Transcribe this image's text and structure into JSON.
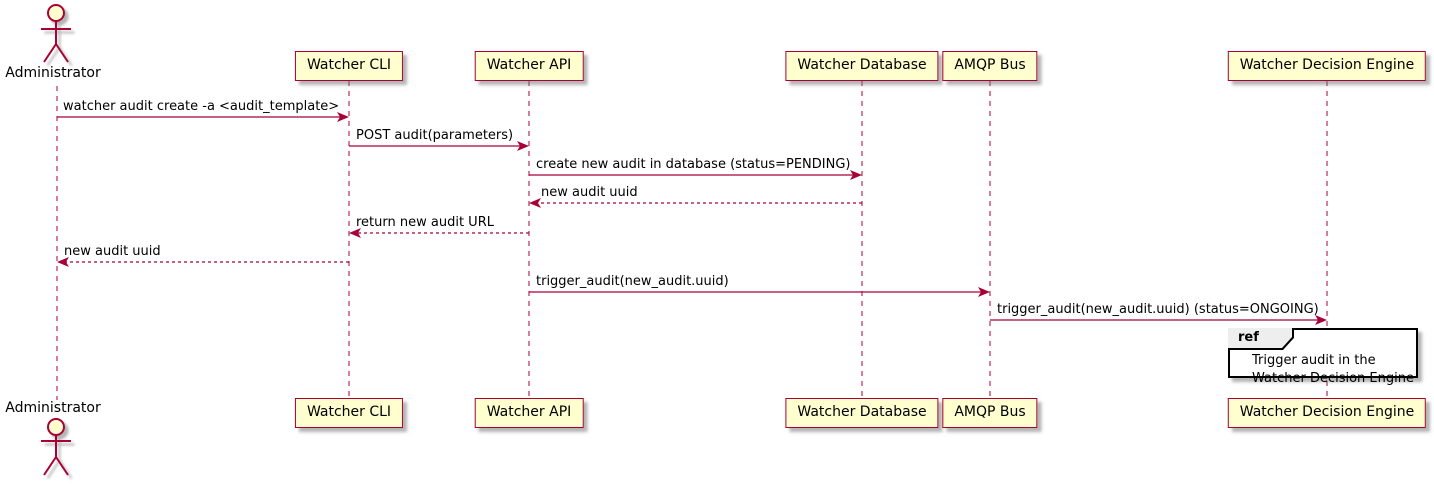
{
  "diagram": {
    "actor": {
      "name": "Administrator"
    },
    "participants": [
      {
        "name": "Watcher CLI"
      },
      {
        "name": "Watcher API"
      },
      {
        "name": "Watcher Database"
      },
      {
        "name": "AMQP Bus"
      },
      {
        "name": "Watcher Decision Engine"
      }
    ],
    "messages": [
      {
        "text": "watcher audit create -a <audit_template>",
        "from": "Administrator",
        "to": "Watcher CLI",
        "style": "solid"
      },
      {
        "text": "POST audit(parameters)",
        "from": "Watcher CLI",
        "to": "Watcher API",
        "style": "solid"
      },
      {
        "text": "create new audit in database (status=PENDING)",
        "from": "Watcher API",
        "to": "Watcher Database",
        "style": "solid"
      },
      {
        "text": "new audit uuid",
        "from": "Watcher Database",
        "to": "Watcher API",
        "style": "dashed"
      },
      {
        "text": "return new audit URL",
        "from": "Watcher API",
        "to": "Watcher CLI",
        "style": "dashed"
      },
      {
        "text": "new audit uuid",
        "from": "Watcher CLI",
        "to": "Administrator",
        "style": "dashed"
      },
      {
        "text": "trigger_audit(new_audit.uuid)",
        "from": "Watcher API",
        "to": "AMQP Bus",
        "style": "solid"
      },
      {
        "text": "trigger_audit(new_audit.uuid) (status=ONGOING)",
        "from": "AMQP Bus",
        "to": "Watcher Decision Engine",
        "style": "solid"
      }
    ],
    "ref": {
      "keyword": "ref",
      "lines": [
        "Trigger audit in the",
        "Watcher Decision Engine"
      ]
    },
    "colors": {
      "accent": "#A80036",
      "participant_fill": "#FEFECE",
      "ref_tab_fill": "#EEEEEE",
      "ref_border": "#000000",
      "text": "#000000"
    }
  }
}
